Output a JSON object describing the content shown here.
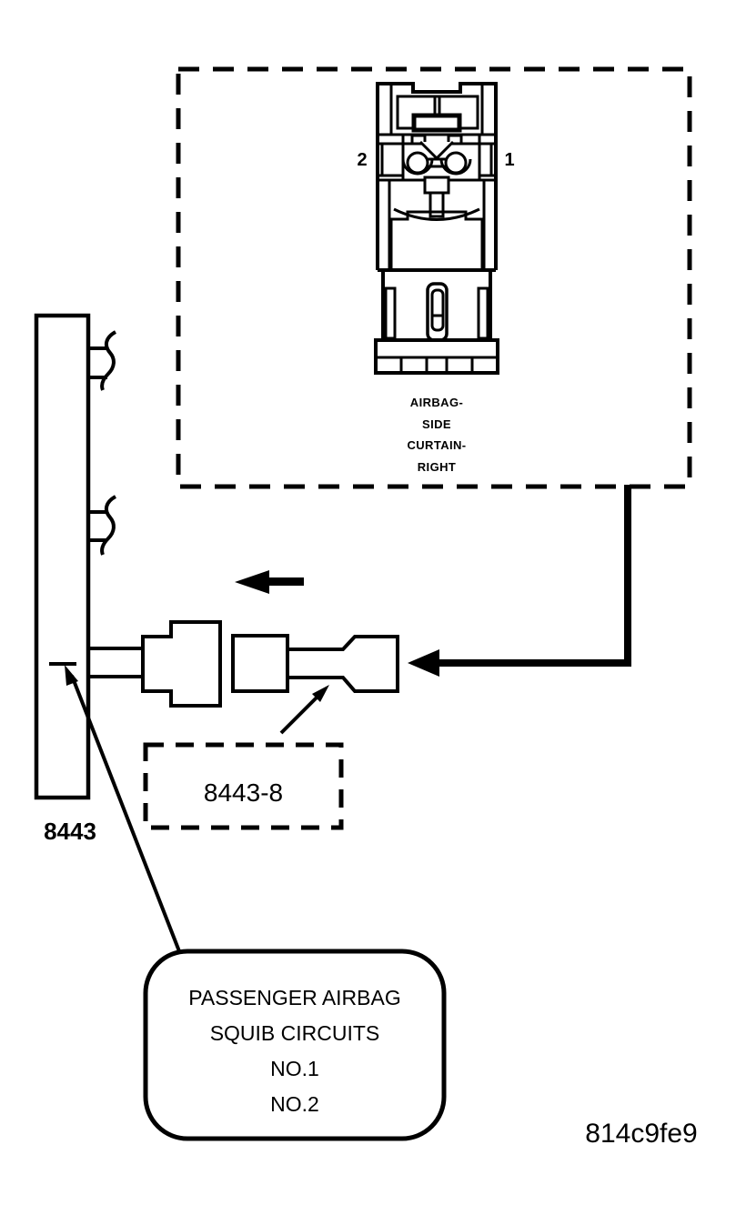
{
  "page": {
    "background_color": "#ffffff",
    "line_color": "#000000"
  },
  "connector_detail": {
    "pin_2": "2",
    "pin_1": "1",
    "name_lines": [
      "AIRBAG-",
      "SIDE",
      "CURTAIN-",
      "RIGHT"
    ]
  },
  "srs_module": {
    "label": "8443"
  },
  "inline_connector": {
    "label": "8443-8"
  },
  "callout_box": {
    "lines": [
      "PASSENGER AIRBAG",
      "SQUIB CIRCUITS",
      "NO.1",
      "NO.2"
    ]
  },
  "figure_code": "814c9fe9"
}
